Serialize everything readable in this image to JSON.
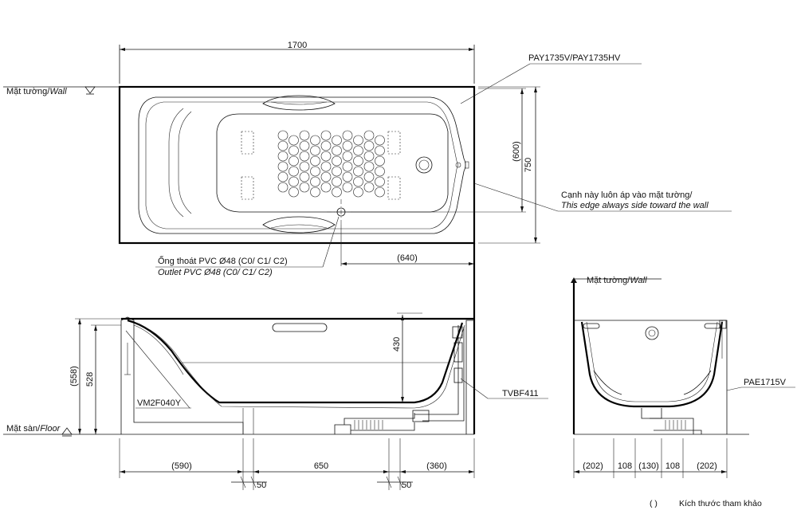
{
  "labels": {
    "overall_length": "1700",
    "model_top": "PAY1735V/PAY1735HV",
    "wall_left_vi": "Mặt tường/",
    "wall_left_en": "Wall",
    "dim_600": "(600)",
    "dim_750": "750",
    "edge_note_vi": "Cạnh này luôn áp vào mặt tường/",
    "edge_note_en": "This edge always side toward the wall",
    "outlet_vi": "Ống thoát PVC Ø48 (C0/ C1/ C2)",
    "outlet_en": "Outlet PVC Ø48 (C0/ C1/ C2)",
    "dim_640": "(640)",
    "dim_430": "430",
    "dim_558": "(558)",
    "dim_528": "528",
    "part_vm": "VM2F040Y",
    "part_tvbf": "TVBF411",
    "floor_vi": "Mặt sàn/",
    "floor_en": "Floor",
    "dim_590": "(590)",
    "dim_650": "650",
    "dim_360": "(360)",
    "dim_50a": "50",
    "dim_50b": "50",
    "wall_side_vi": "Mặt tường/",
    "wall_side_en": "Wall",
    "part_pae": "PAE1715V",
    "dim_202a": "(202)",
    "dim_108a": "108",
    "dim_130": "(130)",
    "dim_108b": "108",
    "dim_202b": "(202)",
    "legend_paren": "(     )",
    "legend_text": "Kích thước tham khảo"
  },
  "colors": {
    "line": "#111111",
    "background": "#ffffff"
  }
}
